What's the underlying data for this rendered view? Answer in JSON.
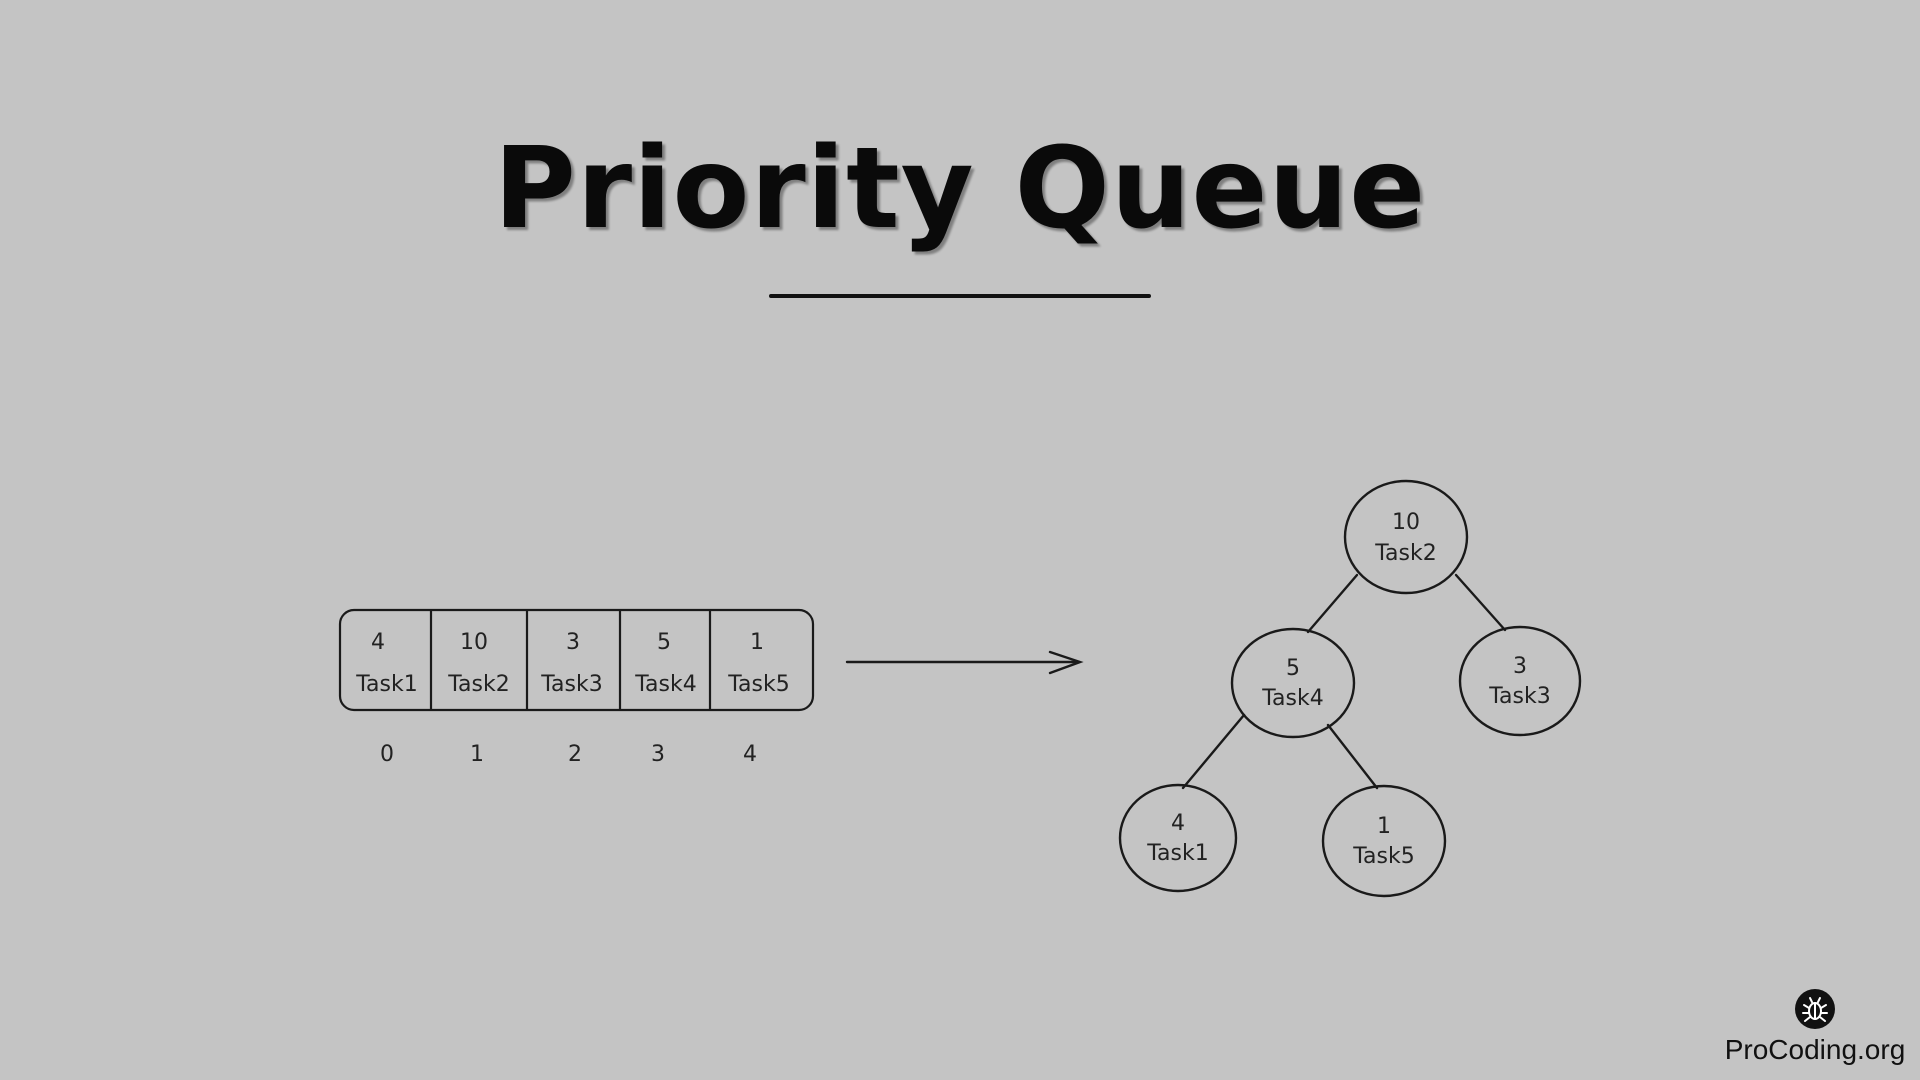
{
  "title": "Priority Queue",
  "array": {
    "cells": [
      {
        "priority": "4",
        "task": "Task1"
      },
      {
        "priority": "10",
        "task": "Task2"
      },
      {
        "priority": "3",
        "task": "Task3"
      },
      {
        "priority": "5",
        "task": "Task4"
      },
      {
        "priority": "1",
        "task": "Task5"
      }
    ],
    "indices": [
      "0",
      "1",
      "2",
      "3",
      "4"
    ]
  },
  "heap": {
    "nodes": [
      {
        "id": "root",
        "priority": "10",
        "task": "Task2"
      },
      {
        "id": "left",
        "priority": "5",
        "task": "Task4"
      },
      {
        "id": "right",
        "priority": "3",
        "task": "Task3"
      },
      {
        "id": "left-left",
        "priority": "4",
        "task": "Task1"
      },
      {
        "id": "left-right",
        "priority": "1",
        "task": "Task5"
      }
    ]
  },
  "brand": {
    "name": "ProCoding.org",
    "icon": "bug-icon"
  }
}
